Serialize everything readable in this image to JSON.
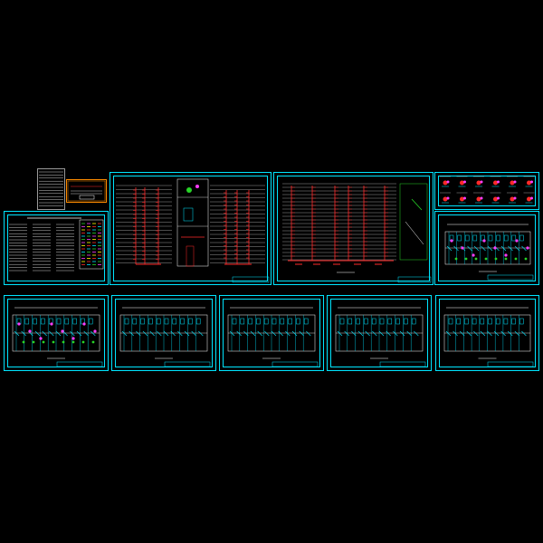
{
  "colors": {
    "background": "#000000",
    "frame": "#00e5ff",
    "riser_red": "#ff2a2a",
    "pipe_white": "#ffffff",
    "accent_green": "#27d427",
    "accent_magenta": "#ff3cff",
    "accent_yellow": "#ffff00",
    "accent_orange": "#ff8c00"
  },
  "sheets": [
    {
      "id": "cover",
      "name": "cover-sheet"
    },
    {
      "id": "legend",
      "name": "legend-sheet"
    },
    {
      "id": "system1",
      "name": "riser-diagram-sheet-1"
    },
    {
      "id": "system2",
      "name": "riser-diagram-sheet-2"
    },
    {
      "id": "details",
      "name": "detail-sheet"
    },
    {
      "id": "plan_small",
      "name": "floor-plan-sheet-small"
    },
    {
      "id": "plan1",
      "name": "floor-plan-sheet-1"
    },
    {
      "id": "plan2",
      "name": "floor-plan-sheet-2"
    },
    {
      "id": "plan3",
      "name": "floor-plan-sheet-3"
    },
    {
      "id": "plan4",
      "name": "floor-plan-sheet-4"
    },
    {
      "id": "plan5",
      "name": "floor-plan-sheet-5"
    }
  ]
}
